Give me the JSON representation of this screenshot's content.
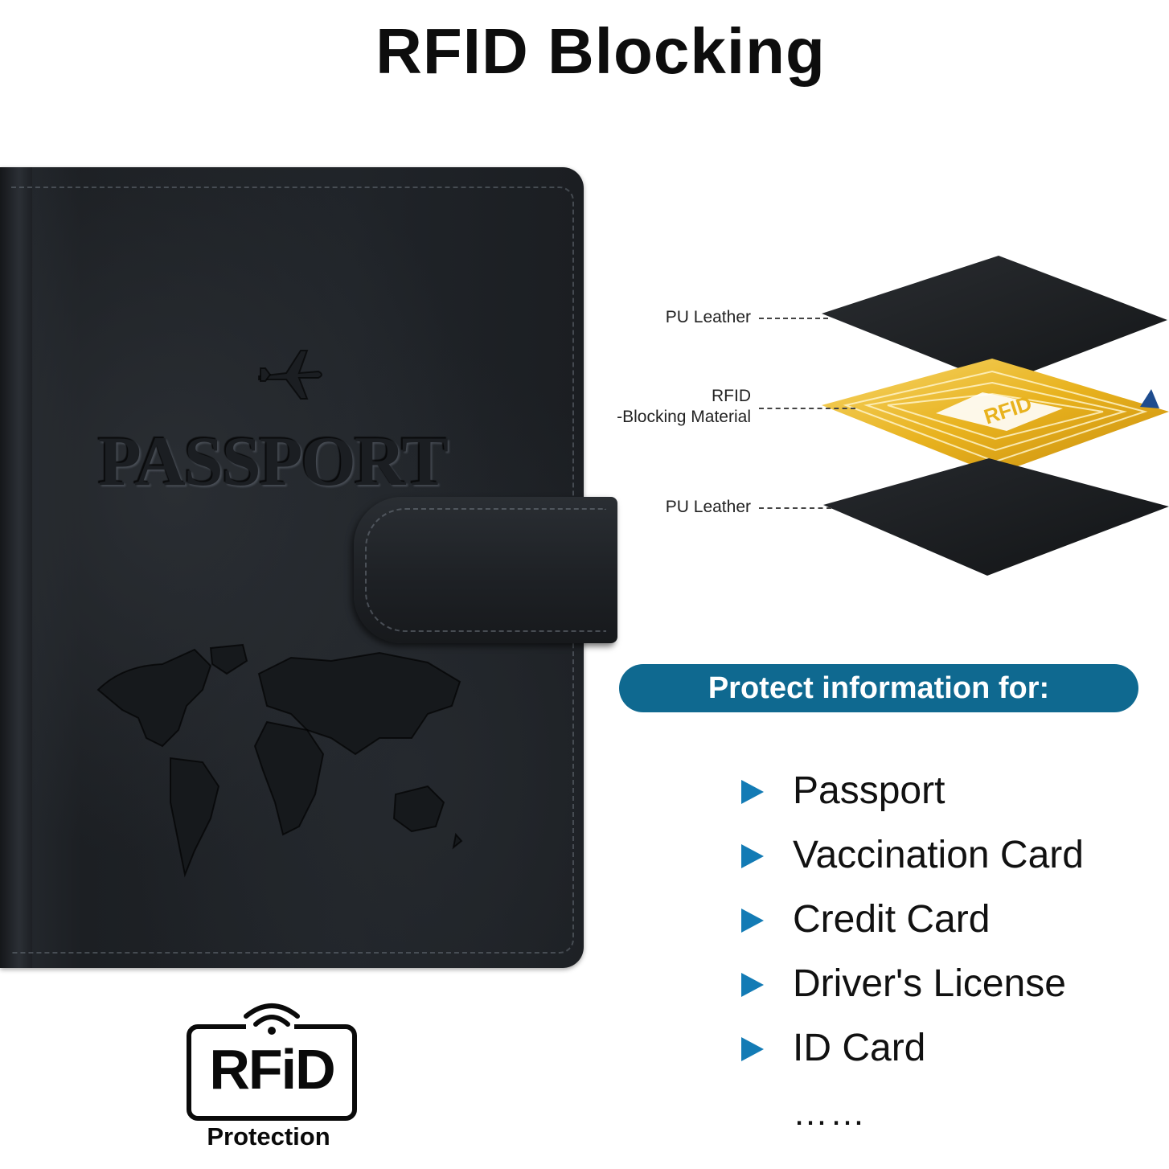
{
  "title": "RFID Blocking",
  "cover": {
    "emboss_text": "PASSPORT",
    "icons": [
      "airplane-icon",
      "world-map-icon"
    ]
  },
  "layers": [
    {
      "label": "PU Leather",
      "material": "leather"
    },
    {
      "label_line1": "RFID",
      "label_line2": "-Blocking Material",
      "material": "rfid-chip"
    },
    {
      "label": "PU Leather",
      "material": "leather"
    }
  ],
  "chip_text": "RFID",
  "banner": "Protect information for:",
  "items": [
    "Passport",
    "Vaccination Card",
    "Credit Card",
    "Driver's License",
    "ID Card"
  ],
  "more": "……",
  "logo": {
    "word": "RFiD",
    "caption": "Protection"
  },
  "colors": {
    "banner": "#0f6990",
    "bullet": "#137bb5",
    "gold": "#e8b21e",
    "leather": "#1e2125"
  }
}
